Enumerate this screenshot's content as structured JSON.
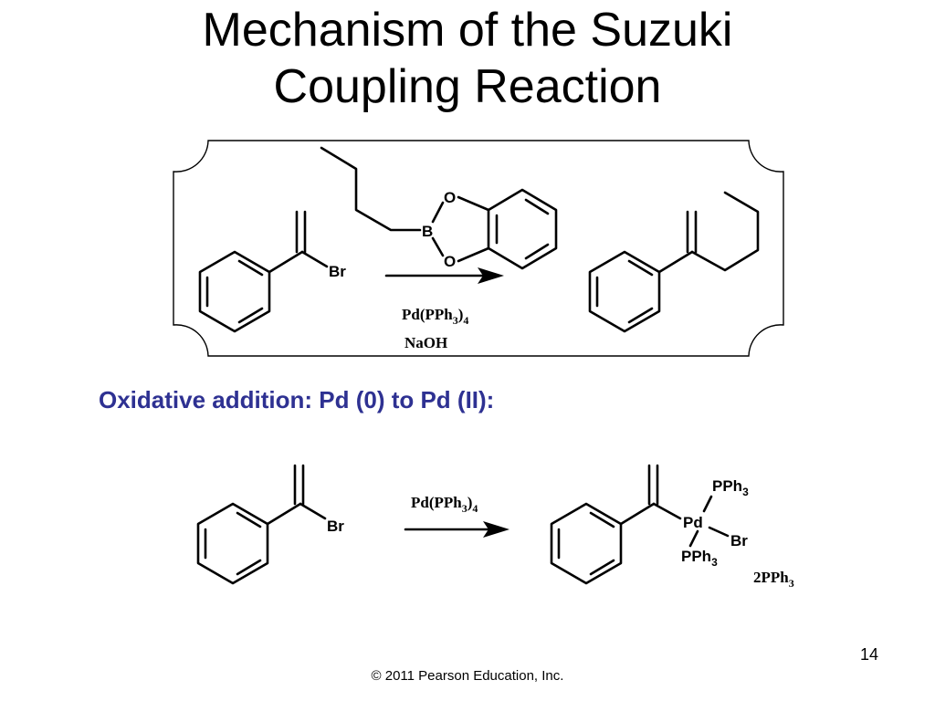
{
  "slide": {
    "title_line1": "Mechanism of the Suzuki",
    "title_line2": "Coupling Reaction",
    "subtitle": "Oxidative addition: Pd (0) to Pd (II):",
    "page_number": "14",
    "copyright": "© 2011 Pearson Education, Inc."
  },
  "reaction1": {
    "atom_br": "Br",
    "atom_b": "B",
    "atom_o_top": "O",
    "atom_o_bottom": "O",
    "reagent_pd_main": "Pd(PPh",
    "reagent_pd_sub3": "3",
    "reagent_pd_close": ")",
    "reagent_pd_sub4": "4",
    "reagent_base": "NaOH"
  },
  "reaction2": {
    "atom_br": "Br",
    "reagent_pd_main": "Pd(PPh",
    "reagent_pd_sub3": "3",
    "reagent_pd_close": ")",
    "reagent_pd_sub4": "4",
    "product_pd": "Pd",
    "product_pph_top": "PPh",
    "product_pph_top_sub": "3",
    "product_br": "Br",
    "product_pph_bottom": "PPh",
    "product_pph_bottom_sub": "3",
    "byproduct": "2PPh",
    "byproduct_sub": "3"
  }
}
